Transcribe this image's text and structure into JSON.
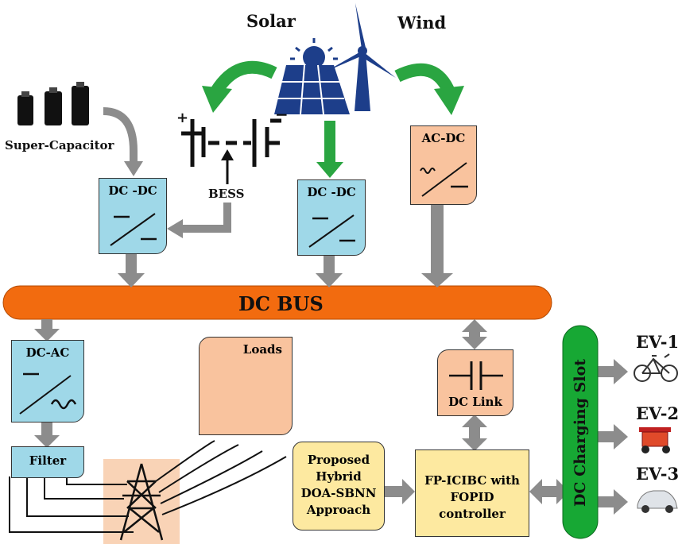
{
  "sources": {
    "solar": "Solar",
    "wind": "Wind"
  },
  "supercap": {
    "label": "Super-Capacitor"
  },
  "bess": {
    "label": "BESS",
    "plus": "+",
    "minus": "−"
  },
  "converters": {
    "dcdc_left": "DC -DC",
    "dcdc_mid": "DC -DC",
    "acdc": "AC-DC",
    "dcac": "DC-AC"
  },
  "bus": {
    "label": "DC BUS"
  },
  "filter": {
    "label": "Filter"
  },
  "loads": {
    "label": "Loads"
  },
  "dclink": {
    "label": "DC Link"
  },
  "approach": {
    "lines": [
      "Proposed",
      "Hybrid",
      "DOA-SBNN",
      "Approach"
    ]
  },
  "controller": {
    "lines": [
      "FP-ICIBC with",
      "FOPID",
      "controller"
    ]
  },
  "charging": {
    "label": "DC Charging Slot"
  },
  "evs": [
    "EV-1",
    "EV-2",
    "EV-3"
  ],
  "colors": {
    "bus": "#f26b0f",
    "converter": "#9fd8e8",
    "peach": "#f9c39e",
    "yellow": "#fde9a0",
    "charging": "#17a834",
    "green_arrow": "#2aa541",
    "gray_arrow": "#8c8c8c",
    "solar_panel": "#1d3e8a"
  }
}
